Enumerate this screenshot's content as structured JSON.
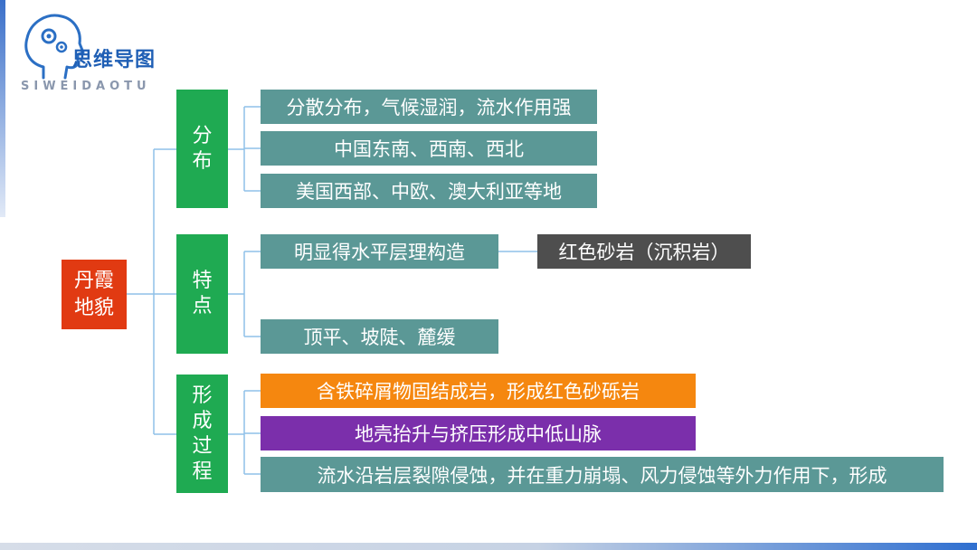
{
  "logo": {
    "title": "思维导图",
    "subtitle": "SIWEIDAOTU",
    "icon": "head-gear-icon"
  },
  "colors": {
    "root": "#e13a12",
    "category": "#1faa52",
    "leaf": "#5b9896",
    "detail": "#4e4e4e",
    "highlight_orange": "#f5870f",
    "highlight_purple": "#7b2fab",
    "connector": "#8fc0e8"
  },
  "root": {
    "label": "丹霞地貌"
  },
  "categories": [
    {
      "label": "分布",
      "items": [
        "分散分布，气候湿润，流水作用强",
        "中国东南、西南、西北",
        "美国西部、中欧、澳大利亚等地"
      ]
    },
    {
      "label": "特点",
      "items": [
        "明显得水平层理构造",
        "顶平、坡陡、麓缓"
      ],
      "detail": "红色砂岩（沉积岩）"
    },
    {
      "label": "形成过程",
      "items": [
        "含铁碎屑物固结成岩，形成红色砂砾岩",
        "地壳抬升与挤压形成中低山脉",
        "流水沿岩层裂隙侵蚀，并在重力崩塌、风力侵蚀等外力作用下，形成"
      ]
    }
  ]
}
